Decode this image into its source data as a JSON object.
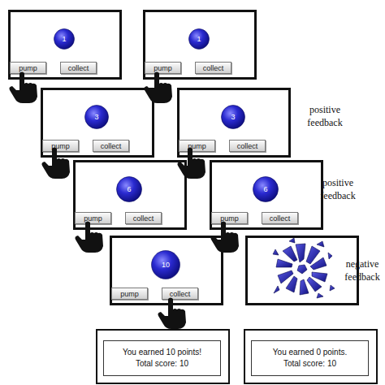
{
  "diagram": {
    "nodes": [
      {
        "text": []
      },
      {
        "text": [
          "1"
        ],
        "in": 0
      },
      {
        "text": [
          "pump"
        ],
        "in": 0
      },
      {
        "text": [
          "collect"
        ],
        "in": 0
      },
      {
        "text": []
      },
      {
        "text": [
          "3"
        ],
        "in": 4
      },
      {
        "text": [
          "pump"
        ],
        "in": 4
      },
      {
        "text": [
          "collect"
        ],
        "in": 4
      },
      {
        "text": []
      },
      {
        "text": [
          "6"
        ],
        "in": 8
      },
      {
        "text": [
          "pump"
        ],
        "in": 8
      },
      {
        "text": [
          "collect"
        ],
        "in": 8
      },
      {
        "text": []
      },
      {
        "text": [
          "10"
        ],
        "in": 12
      },
      {
        "text": [
          "pump"
        ],
        "in": 12
      },
      {
        "text": [
          "collect"
        ],
        "in": 12
      },
      {
        "text": []
      },
      {
        "text": [
          "You earned 10 points!",
          "Total score: 10"
        ],
        "in": 16
      },
      {
        "text": []
      },
      {
        "text": [
          "1"
        ],
        "in": 18
      },
      {
        "text": [
          "pump"
        ],
        "in": 18
      },
      {
        "text": [
          "collect"
        ],
        "in": 18
      },
      {
        "text": []
      },
      {
        "text": [
          "3"
        ],
        "in": 22
      },
      {
        "text": [
          "pump"
        ],
        "in": 22
      },
      {
        "text": [
          "collect"
        ],
        "in": 22
      },
      {
        "text": []
      },
      {
        "text": [
          "6"
        ],
        "in": 26
      },
      {
        "text": [
          "pump"
        ],
        "in": 26
      },
      {
        "text": [
          "collect"
        ],
        "in": 26
      },
      {
        "text": []
      },
      {
        "text": []
      },
      {
        "text": [
          "You earned 0 points.",
          "Total score: 10"
        ],
        "in": 31
      }
    ],
    "labels": [
      "positive feedback",
      "positive feedback",
      "negative feedback"
    ]
  }
}
